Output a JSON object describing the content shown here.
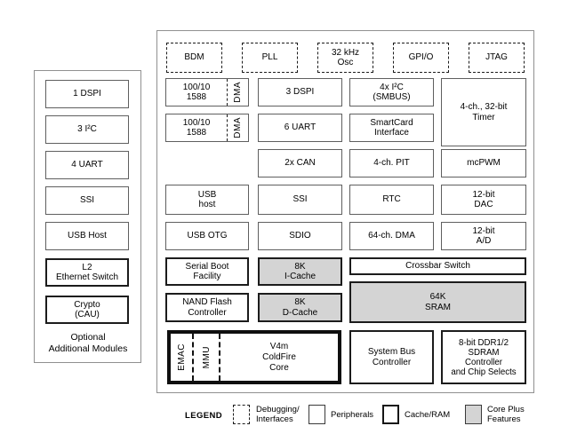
{
  "colors": {
    "gray_fill": "#d4d4d4",
    "thin_border": "#5f5f5f",
    "thick_border": "#1c1c1c",
    "panel_border": "#909090"
  },
  "left_panel": {
    "items": [
      {
        "label": "1 DSPI"
      },
      {
        "label": "3 I²C"
      },
      {
        "label": "4 UART"
      },
      {
        "label": "SSI"
      },
      {
        "label": "USB Host"
      },
      {
        "label": "L2\nEthernet Switch"
      },
      {
        "label": "Crypto\n(CAU)"
      }
    ],
    "caption": "Optional\nAdditional Modules"
  },
  "main": {
    "dashed_row": [
      {
        "label": "BDM"
      },
      {
        "label": "PLL"
      },
      {
        "label": "32 kHz\nOsc"
      },
      {
        "label": "GPI/O"
      },
      {
        "label": "JTAG"
      }
    ],
    "blocks": {
      "eth1": {
        "label": "100/10\n1588",
        "dma": "DMA"
      },
      "eth2": {
        "label": "100/10\n1588",
        "dma": "DMA"
      },
      "dspi": {
        "label": "3 DSPI"
      },
      "i2c": {
        "label": "4x I²C\n(SMBUS)"
      },
      "timer": {
        "label": "4-ch., 32-bit\nTimer"
      },
      "uart": {
        "label": "6 UART"
      },
      "smartcard": {
        "label": "SmartCard\nInterface"
      },
      "can": {
        "label": "2x CAN"
      },
      "pit": {
        "label": "4-ch. PIT"
      },
      "mcpwm": {
        "label": "mcPWM"
      },
      "usb_host": {
        "label": "USB\nhost"
      },
      "ssi": {
        "label": "SSI"
      },
      "rtc": {
        "label": "RTC"
      },
      "dac": {
        "label": "12-bit\nDAC"
      },
      "usb_otg": {
        "label": "USB OTG"
      },
      "sdio": {
        "label": "SDIO"
      },
      "dma64": {
        "label": "64-ch. DMA"
      },
      "ad": {
        "label": "12-bit\nA/D"
      },
      "serial_boot": {
        "label": "Serial Boot\nFacility"
      },
      "icache": {
        "label": "8K\nI-Cache"
      },
      "crossbar": {
        "label": "Crossbar Switch"
      },
      "nand": {
        "label": "NAND Flash\nController"
      },
      "dcache": {
        "label": "8K\nD-Cache"
      },
      "sram": {
        "label": "64K\nSRAM"
      },
      "sysbus": {
        "label": "System Bus\nController"
      },
      "ddr": {
        "label": "8-bit DDR1/2\nSDRAM\nController\nand Chip Selects"
      }
    },
    "cpu": {
      "emac": "EMAC",
      "mmu": "MMU",
      "core": "V4m\nColdFire\nCore"
    }
  },
  "legend": {
    "title": "LEGEND",
    "items": [
      {
        "label": "Debugging/\nInterfaces",
        "swatch": "dashed"
      },
      {
        "label": "Peripherals",
        "swatch": "thin"
      },
      {
        "label": "Cache/RAM",
        "swatch": "thick"
      },
      {
        "label": "Core Plus\nFeatures",
        "swatch": "gray"
      }
    ]
  }
}
